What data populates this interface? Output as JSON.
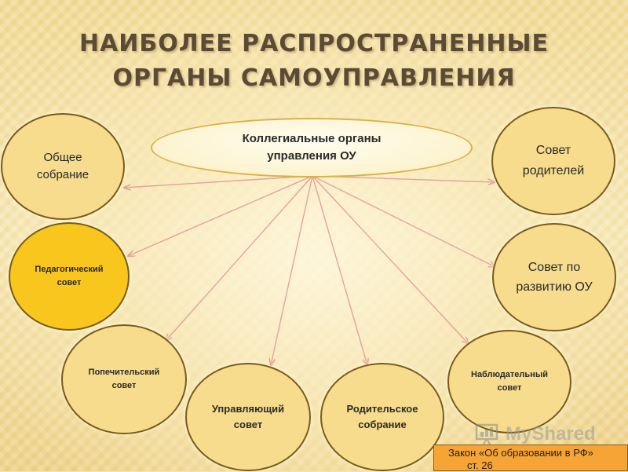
{
  "title": {
    "line1": "НАИБОЛЕЕ РАСПРОСТРАНЕННЫЕ",
    "line2": "ОРГАНЫ САМОУПРАВЛЕНИЯ"
  },
  "center": {
    "label": "Коллегиальные органы управления ОУ"
  },
  "nodes": {
    "obshchee": "Общее собрание",
    "ped": "Педагогический совет",
    "popech": "Попечительский совет",
    "upr": "Управляющий совет",
    "rod_sobr": "Родительское собрание",
    "nabl": "Наблюдательный совет",
    "sovet_par": "Совет родителей",
    "sovet_raz": "Совет по развитию ОУ"
  },
  "law": {
    "line1": "Закон «Об образовании в РФ»",
    "line2": "ст. 26"
  },
  "watermark": {
    "text": "MyShared"
  },
  "colors": {
    "background": "#f6e3a6",
    "circle_fill": "#f6dc8c",
    "circle_highlight": "#f8c61c",
    "circle_border": "#7a5a1a",
    "arrow": "#e9a0a0",
    "title": "#5a4a36",
    "law_box": "#f6a436"
  }
}
